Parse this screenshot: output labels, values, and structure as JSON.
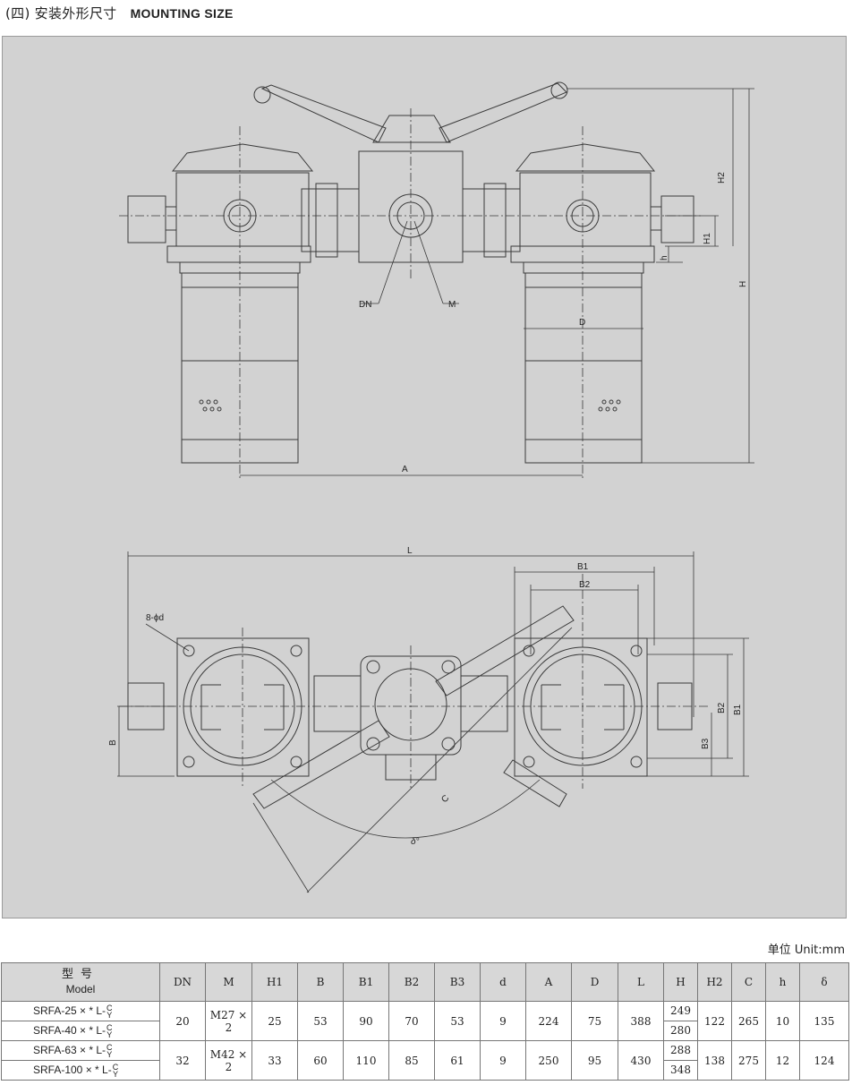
{
  "header": {
    "title_zh": "(四) 安装外形尺寸",
    "title_en": "MOUNTING SIZE"
  },
  "drawing": {
    "front_view_labels": [
      "H2",
      "H1",
      "h",
      "H",
      "D",
      "A",
      "DN",
      "M"
    ],
    "top_view_labels": [
      "L",
      "B1",
      "B2",
      "8-ϕd",
      "B",
      "B2",
      "B1",
      "B3",
      "C",
      "δ°"
    ]
  },
  "unit": "单位 Unit:mm",
  "table": {
    "model_header_zh": "型号",
    "model_header_en": "Model",
    "columns": [
      "DN",
      "M",
      "H1",
      "B",
      "B1",
      "B2",
      "B3",
      "d",
      "A",
      "D",
      "L",
      "H",
      "H2",
      "C",
      "h",
      "δ"
    ],
    "groups": [
      {
        "models": [
          {
            "prefix": "SRFA-25 × * L-",
            "top": "C",
            "bottom": "Y"
          },
          {
            "prefix": "SRFA-40 × * L-",
            "top": "C",
            "bottom": "Y"
          }
        ],
        "DN": "20",
        "M": "M27 × 2",
        "H1": "25",
        "B": "53",
        "B1": "90",
        "B2": "70",
        "B3": "53",
        "d": "9",
        "A": "224",
        "D": "75",
        "L": "388",
        "H": [
          "249",
          "280"
        ],
        "H2": "122",
        "C": "265",
        "h": "10",
        "delta": "135"
      },
      {
        "models": [
          {
            "prefix": "SRFA-63 × * L-",
            "top": "C",
            "bottom": "Y"
          },
          {
            "prefix": "SRFA-100 × * L-",
            "top": "C",
            "bottom": "Y"
          }
        ],
        "DN": "32",
        "M": "M42 × 2",
        "H1": "33",
        "B": "60",
        "B1": "110",
        "B2": "85",
        "B3": "61",
        "d": "9",
        "A": "250",
        "D": "95",
        "L": "430",
        "H": [
          "288",
          "348"
        ],
        "H2": "138",
        "C": "275",
        "h": "12",
        "delta": "124"
      }
    ]
  }
}
